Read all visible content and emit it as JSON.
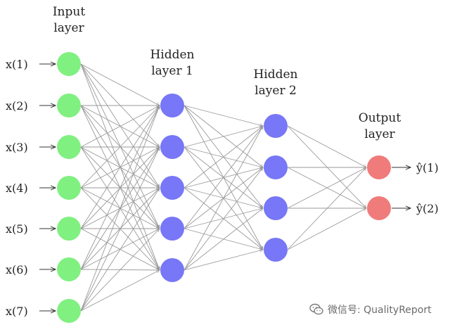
{
  "layers": [
    {
      "title_line1": "Input",
      "title_line2": "layer",
      "count": 7,
      "color": "#80f080"
    },
    {
      "title_line1": "Hidden",
      "title_line2": "layer 1",
      "count": 5,
      "color": "#7777f7"
    },
    {
      "title_line1": "Hidden",
      "title_line2": "layer 2",
      "count": 4,
      "color": "#7777f7"
    },
    {
      "title_line1": "Output",
      "title_line2": "layer",
      "count": 2,
      "color": "#f07b7b"
    }
  ],
  "inputs": [
    "x(1)",
    "x(2)",
    "x(3)",
    "x(4)",
    "x(5)",
    "x(6)",
    "x(7)"
  ],
  "outputs": [
    "ŷ(1)",
    "ŷ(2)"
  ],
  "edge_color": "#9a9a9a",
  "watermark": {
    "text": "微信号: QualityReport",
    "icon": "wechat-icon"
  }
}
